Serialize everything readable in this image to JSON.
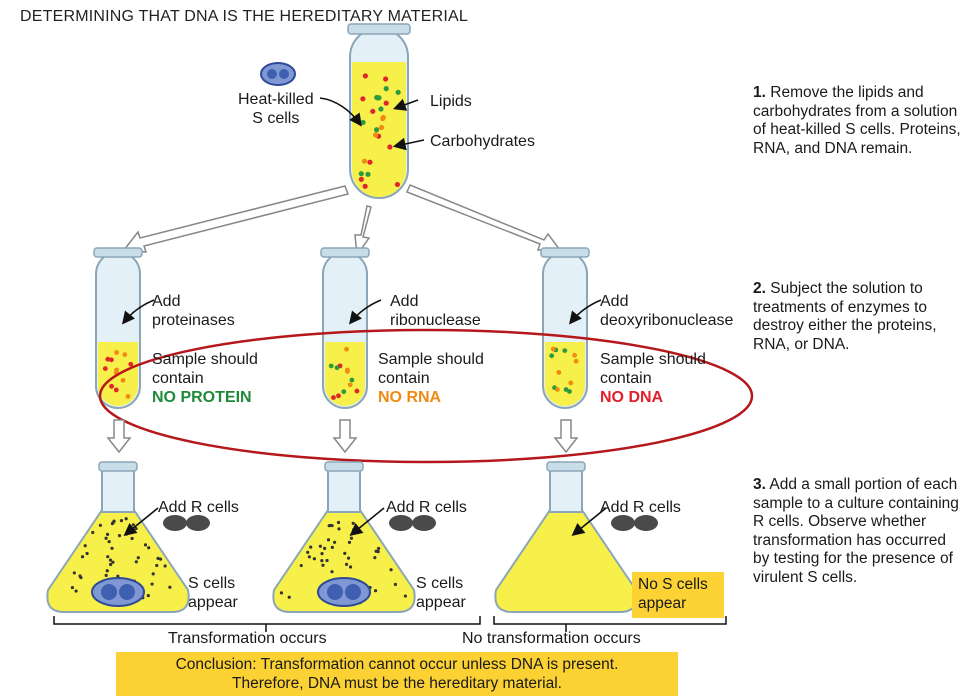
{
  "header": "DETERMINING THAT DNA IS THE HEREDITARY MATERIAL",
  "top_tube": {
    "cells_label": [
      "Heat-killed",
      "S cells"
    ],
    "lipids_label": "Lipids",
    "carbohydrates_label": "Carbohydrates"
  },
  "treatments": [
    {
      "add": [
        "Add",
        "proteinases"
      ],
      "sample": [
        "Sample should",
        "contain"
      ],
      "result": "NO PROTEIN",
      "result_color": "#1f8a3a"
    },
    {
      "add": [
        "Add",
        "ribonuclease"
      ],
      "sample": [
        "Sample should",
        "contain"
      ],
      "result": "NO RNA",
      "result_color": "#f08a12"
    },
    {
      "add": [
        "Add",
        "deoxyribonuclease"
      ],
      "sample": [
        "Sample should",
        "contain"
      ],
      "result": "NO DNA",
      "result_color": "#e01f2a"
    }
  ],
  "flasks": [
    {
      "add_label": "Add R cells",
      "outcome": [
        "S cells",
        "appear"
      ]
    },
    {
      "add_label": "Add R cells",
      "outcome": [
        "S cells",
        "appear"
      ]
    },
    {
      "add_label": "Add R cells",
      "outcome": [
        "No S cells",
        "appear"
      ]
    }
  ],
  "transformation_occurs": "Transformation occurs",
  "no_transformation": "No transformation occurs",
  "steps": [
    {
      "num": "1.",
      "text": "Remove the lipids and carbohydrates from a solution of heat-killed S cells. Proteins, RNA, and DNA remain."
    },
    {
      "num": "2.",
      "text": "Subject the solution to treatments of enzymes to destroy either the proteins, RNA, or DNA."
    },
    {
      "num": "3.",
      "text": "Add a small portion of each sample to a culture containing R cells. Observe whether transformation has occurred by testing for the presence of virulent S cells."
    }
  ],
  "conclusion": [
    "Conclusion: Transformation cannot occur unless DNA is present.",
    "Therefore, DNA must be the hereditary material."
  ],
  "colors": {
    "liquid": "#f7f04a",
    "tube_glass": "#d8eaf4",
    "ellipse": "#b5171b",
    "highlight_box": "#fcd235",
    "cell_blue": "#3f5fb0",
    "r_cell": "#4a4a4a"
  },
  "icons": [
    "arrow-icon",
    "s-cell-icon",
    "r-cell-icon",
    "test-tube-icon",
    "flask-icon"
  ]
}
